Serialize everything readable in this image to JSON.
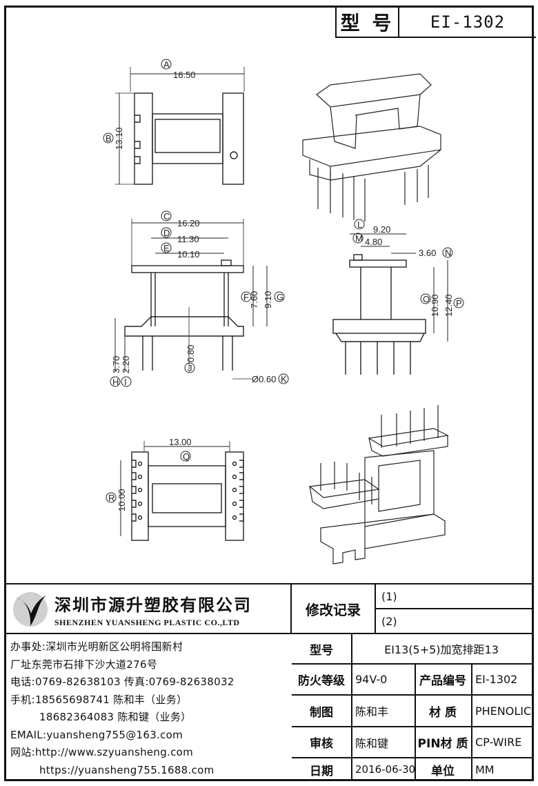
{
  "header": {
    "model_label": "型 号",
    "model_value": "EI-1302"
  },
  "drawing": {
    "top_view": {
      "label_a": "A",
      "dim_a": "16.50",
      "label_b": "B",
      "dim_b": "13.10"
    },
    "front_view": {
      "label_c": "C",
      "dim_c": "16.20",
      "label_d": "D",
      "dim_d": "11.30",
      "label_e": "E",
      "dim_e": "10.10",
      "label_f": "F",
      "dim_f": "7.60",
      "label_g": "G",
      "dim_g": "9.10",
      "label_h": "H",
      "dim_h": "3.70",
      "label_i": "I",
      "dim_i": "2.20",
      "label_j": "J",
      "dim_j": "0.80",
      "label_k": "K",
      "dim_k": "Ø0.60"
    },
    "side_view": {
      "label_l": "L",
      "dim_l": "9.20",
      "label_m": "M",
      "dim_m": "4.80",
      "label_n": "N",
      "dim_n": "3.60",
      "label_o": "O",
      "dim_o": "10.90",
      "label_p": "P",
      "dim_p": "12.40"
    },
    "bottom_view": {
      "label_q": "Q",
      "dim_q": "13.00",
      "label_r": "R",
      "dim_r": "10.00"
    }
  },
  "company": {
    "name_cn": "深圳市源升塑胶有限公司",
    "name_en": "SHENZHEN YUANSHENG PLASTIC CO.,LTD"
  },
  "contact": {
    "office": "办事处:深圳市光明新区公明将围新村",
    "factory": "厂址东莞市石排下沙大道276号",
    "phone": "电话:0769-82638103 传真:0769-82638032",
    "mobile1": "手机:18565698741 陈和丰（业务）",
    "mobile2": "18682364083 陈和键（业务）",
    "email": "EMAIL:yuansheng755@163.com",
    "web1": "网站:http://www.szyuansheng.com",
    "web2": "https://yuansheng755.1688.com"
  },
  "revision": {
    "label": "修改记录",
    "r1": "(1)",
    "r2": "(2)"
  },
  "specs": {
    "model_label": "型号",
    "model_value": "EI13(5+5)加宽排距13",
    "fire_label": "防火等级",
    "fire_value": "94V-0",
    "part_label": "产品编号",
    "part_value": "EI-1302",
    "drawn_label": "制图",
    "drawn_value": "陈和丰",
    "material_label": "材 质",
    "material_value": "PHENOLIC",
    "review_label": "审核",
    "review_value": "陈和键",
    "pin_label": "PIN材 质",
    "pin_value": "CP-WIRE",
    "date_label": "日期",
    "date_value": "2016-06-30",
    "unit_label": "单位",
    "unit_value": "MM"
  }
}
